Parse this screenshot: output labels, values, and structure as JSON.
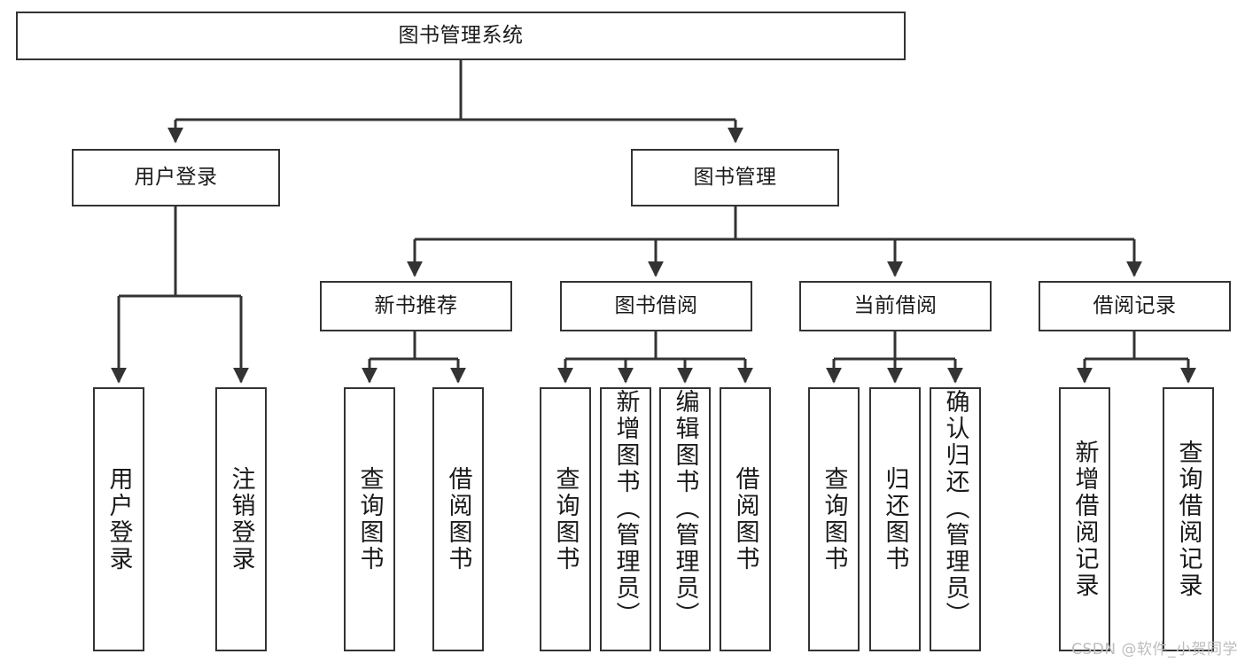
{
  "diagram": {
    "title": "图书管理系统",
    "type": "tree",
    "watermark": "CSDN @软件_小贺同学",
    "colors": {
      "stroke": "#333333",
      "fill": "#ffffff",
      "text": "#1a1a1a",
      "watermark": "#bdbdbd"
    },
    "root": {
      "id": "root",
      "label": "图书管理系统"
    },
    "level2": [
      {
        "id": "user-login",
        "label": "用户登录"
      },
      {
        "id": "book-manage",
        "label": "图书管理"
      }
    ],
    "level3": [
      {
        "id": "new-book-rec",
        "label": "新书推荐"
      },
      {
        "id": "book-borrow",
        "label": "图书借阅"
      },
      {
        "id": "current-borrow",
        "label": "当前借阅"
      },
      {
        "id": "borrow-record",
        "label": "借阅记录"
      }
    ],
    "leaves": {
      "user_login": [
        {
          "id": "leaf-user-login",
          "label": "用户登录"
        },
        {
          "id": "leaf-user-logout",
          "label": "注销登录"
        }
      ],
      "new_book_rec": [
        {
          "id": "leaf-query-book-1",
          "label": "查询图书"
        },
        {
          "id": "leaf-borrow-book-1",
          "label": "借阅图书"
        }
      ],
      "book_borrow": [
        {
          "id": "leaf-query-book-2",
          "label": "查询图书"
        },
        {
          "id": "leaf-add-book",
          "label": "新增图书（管理员）"
        },
        {
          "id": "leaf-edit-book",
          "label": "编辑图书（管理员）"
        },
        {
          "id": "leaf-borrow-book-2",
          "label": "借阅图书"
        }
      ],
      "current_borrow": [
        {
          "id": "leaf-query-book-3",
          "label": "查询图书"
        },
        {
          "id": "leaf-return-book",
          "label": "归还图书"
        },
        {
          "id": "leaf-confirm-return",
          "label": "确认归还（管理员）"
        }
      ],
      "borrow_record": [
        {
          "id": "leaf-add-record",
          "label": "新增借阅记录"
        },
        {
          "id": "leaf-query-record",
          "label": "查询借阅记录"
        }
      ]
    }
  }
}
